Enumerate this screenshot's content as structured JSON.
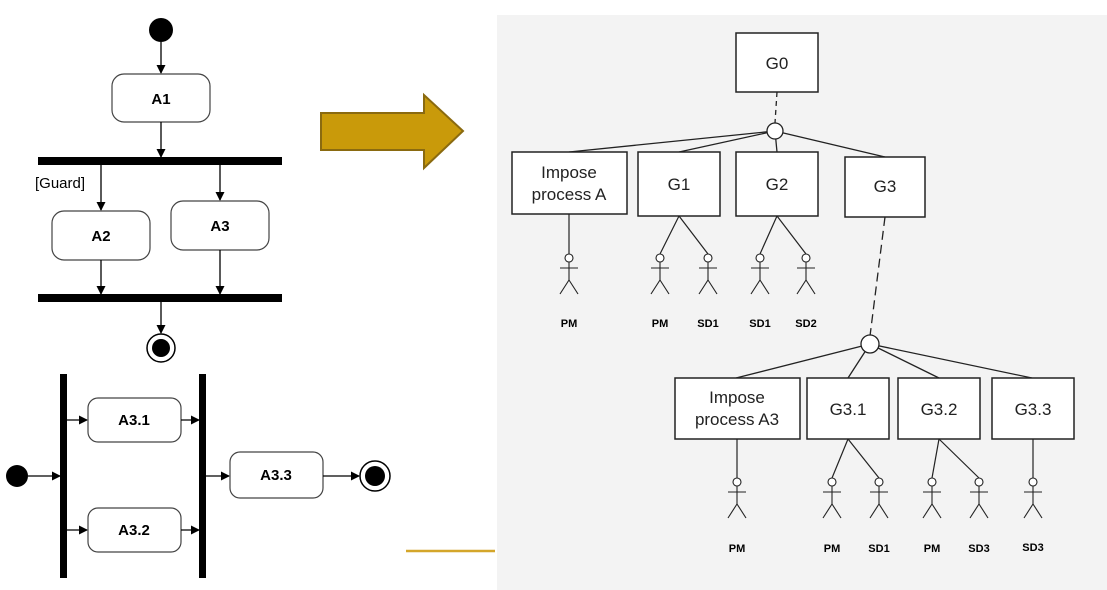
{
  "activity_diagram": {
    "top": {
      "a1": "A1",
      "a2": "A2",
      "a3": "A3",
      "guard": "[Guard]"
    },
    "bottom": {
      "a3_1": "A3.1",
      "a3_2": "A3.2",
      "a3_3": "A3.3"
    }
  },
  "goal_tree": {
    "root": "G0",
    "level1": {
      "impose_line1": "Impose",
      "impose_line2": "process A",
      "g1": "G1",
      "g2": "G2",
      "g3": "G3"
    },
    "level2": {
      "impose_line1": "Impose",
      "impose_line2": "process A3",
      "g3_1": "G3.1",
      "g3_2": "G3.2",
      "g3_3": "G3.3"
    },
    "roles_level1": [
      "PM",
      "PM",
      "SD1",
      "SD1",
      "SD2"
    ],
    "roles_level2": [
      "PM",
      "PM",
      "SD1",
      "PM",
      "SD3",
      "SD3"
    ]
  },
  "colors": {
    "arrow_fill": "#c99a0a",
    "arrow_stroke": "#8a6a10",
    "accent_line": "#d4a62a",
    "panel_bg": "#f3f3f3"
  }
}
